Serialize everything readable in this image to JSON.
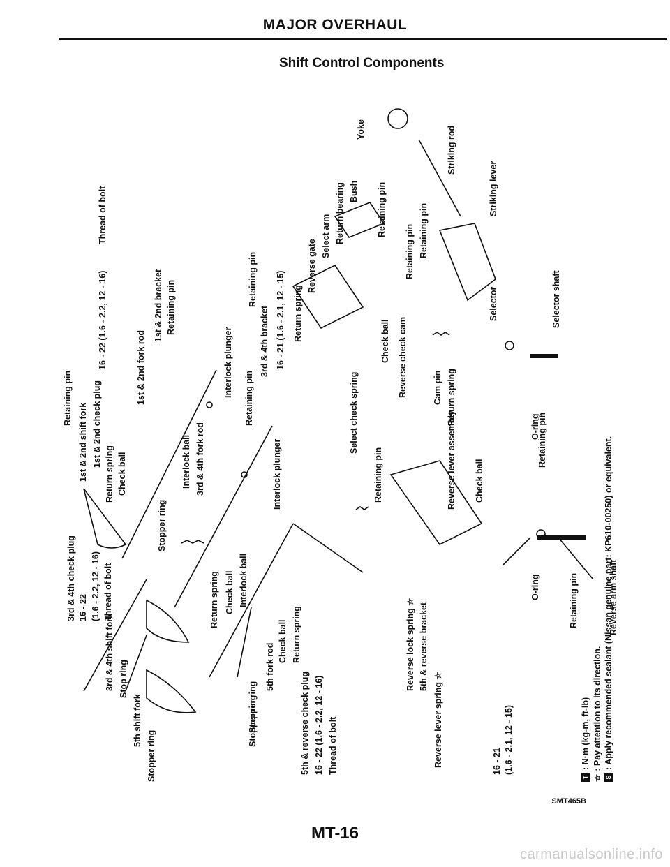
{
  "header": {
    "title": "MAJOR OVERHAUL"
  },
  "subtitle": "Shift Control Components",
  "labels": [
    "Retaining pin",
    "1st & 2nd shift fork",
    "1st & 2nd check plug",
    "16 - 22 (1.6 - 2.2, 12 - 16)",
    "Thread of bolt",
    "Return spring",
    "Check ball",
    "1st & 2nd fork rod",
    "1st & 2nd bracket",
    "Retaining pin",
    "Retaining pin",
    "Interlock plunger",
    "Retaining pin",
    "3rd & 4th bracket",
    "16 - 21 (1.6 - 2.1, 12 - 15)",
    "Return spring",
    "Reverse gate",
    "Select arm",
    "Return bearing",
    "Bush",
    "Retaining pin",
    "Yoke",
    "Striking rod",
    "Striking lever",
    "Retaining pin",
    "Retaining pin",
    "Selector",
    "Selector shaft",
    "Reverse check cam",
    "Check ball",
    "Cam pin",
    "Return spring",
    "O-ring",
    "Retaining pin",
    "Stopper ring",
    "Interlock ball",
    "3rd & 4th fork rod",
    "Interlock plunger",
    "Select check spring",
    "Retaining pin",
    "Reverse lever assembly",
    "Check ball",
    "O-ring",
    "Retaining pin",
    "Reverse arm shaft",
    "3rd & 4th check plug",
    "16 - 22",
    "(1.6 - 2.2, 12 - 16)",
    "Thread of bolt",
    "3rd & 4th shift fork",
    "Stop ring",
    "5th shift fork",
    "Stopper ring",
    "Stopper ring",
    "Return spring",
    "Check ball",
    "Interlock ball",
    "Check ball",
    "Return spring",
    "5th fork rod",
    "Stopper ring",
    "5th & reverse check plug",
    "16 - 22 (1.6 - 2.2, 12 - 16)",
    "Thread of bolt",
    "Reverse lock spring ☆",
    "5th & reverse bracket",
    "Reverse lever spring ☆",
    "16 - 21",
    "(1.6 - 2.1, 12 - 15)"
  ],
  "legend": [
    ": N·m (kg-m, ft-lb)",
    ": Pay attention to its direction.",
    ": Apply recommended sealant (Nissan genuine part: KP610-00250) or equivalent."
  ],
  "legend_symbols": [
    "torque-icon",
    "star-icon",
    "sealant-icon"
  ],
  "figure_code": "SMT465B",
  "page_number": "MT-16",
  "watermark": "carmanualsonline.info"
}
